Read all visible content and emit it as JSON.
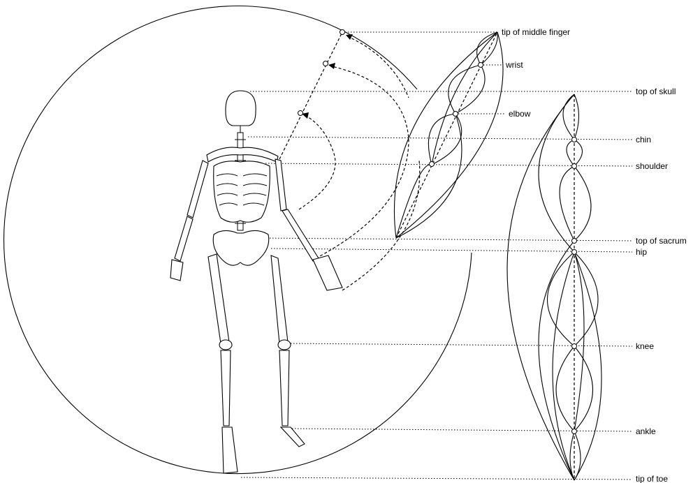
{
  "labels": {
    "tip_of_middle_finger": "tip of middle finger",
    "wrist": "wrist",
    "elbow": "elbow",
    "top_of_skull": "top of skull",
    "chin": "chin",
    "shoulder": "shoulder",
    "top_of_sacrum": "top of sacrum",
    "hip": "hip",
    "knee": "knee",
    "ankle": "ankle",
    "tip_of_toe": "tip of toe"
  },
  "colors": {
    "ink": "#000000",
    "paper": "#ffffff"
  }
}
